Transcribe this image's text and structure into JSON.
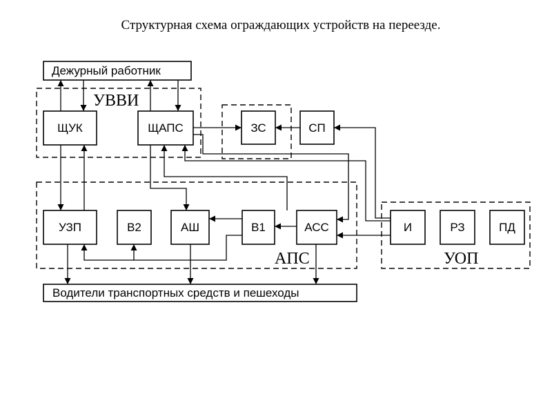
{
  "title": "Структурная схема ограждающих устройств на переезде.",
  "groups": {
    "uvvi": "УВВИ",
    "aps": "АПС",
    "uop": "УОП"
  },
  "blocks": {
    "duty_worker": "Дежурный работник",
    "shchuk": "ЩУК",
    "shchaps": "ЩАПС",
    "zs": "ЗС",
    "sp": "СП",
    "uzp": "УЗП",
    "v2": "В2",
    "ash": "АШ",
    "v1": "В1",
    "ass": "АСС",
    "i": "И",
    "rz": "РЗ",
    "pd": "ПД",
    "drivers": "Водители транспортных средств и пешеходы"
  }
}
